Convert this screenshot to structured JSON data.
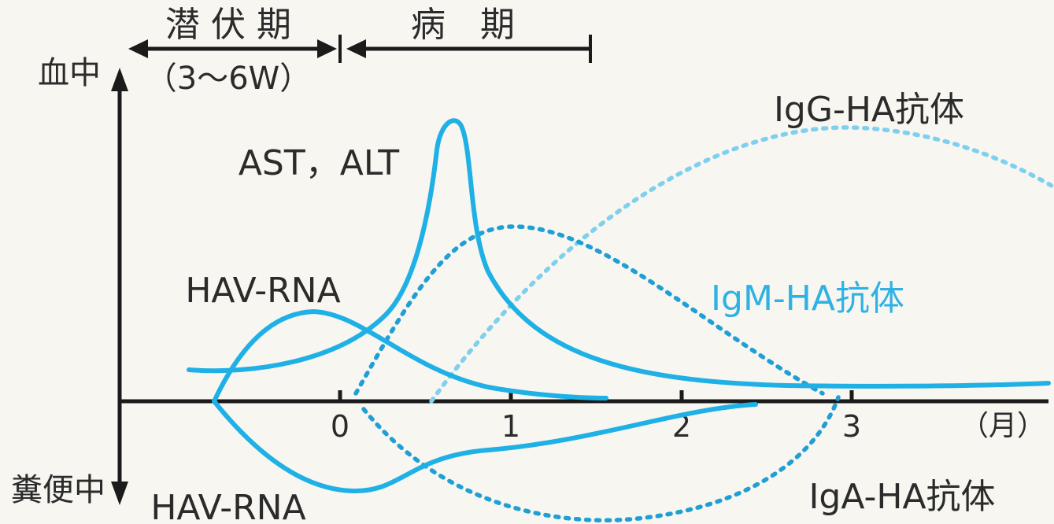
{
  "periods": {
    "incubation_label": "潜 伏 期",
    "incubation_duration": "（3〜6W）",
    "illness_label": "病　期"
  },
  "axis": {
    "y_top_label": "血中",
    "y_bottom_label": "糞便中",
    "x_ticks": [
      "0",
      "1",
      "2",
      "3"
    ],
    "x_unit": "（月）"
  },
  "curves": {
    "ast_alt": "AST，ALT",
    "hav_rna_blood": "HAV-RNA",
    "igm": "IgM-HA抗体",
    "igg": "IgG-HA抗体",
    "iga": "IgA-HA抗体",
    "hav_rna_stool": "HAV-RNA"
  },
  "colors": {
    "curve_blue": "#1fb0e6",
    "dotted_dark_blue": "#1f9fd6",
    "dotted_light_blue": "#7fd0ee",
    "igm_label": "#2fb2e3",
    "text": "#2b2b2b",
    "background": "#f7f6f1"
  }
}
